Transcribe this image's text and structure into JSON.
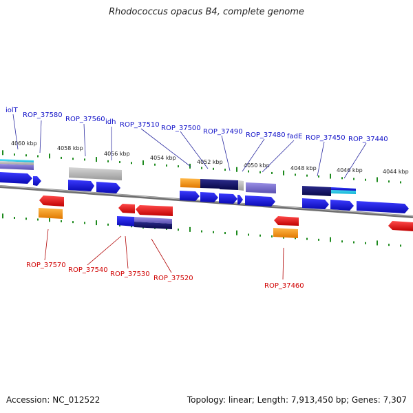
{
  "title": "Rhodococcus opacus B4, complete genome",
  "footer": {
    "accession": "Accession: NC_012522",
    "topology": "Topology: linear; Length: 7,913,450 bp; Genes: 7,307"
  },
  "colors": {
    "blue": "#1414e6",
    "navy": "#10106a",
    "purple": "#7a6fd0",
    "gray": "#b9b9b9",
    "cyan": "#25d4f0",
    "orange": "#ff9a12",
    "red": "#f01010",
    "tick": "#1d8a1d",
    "backbone": "#7d7d7d",
    "fwd_label": "#1010c8",
    "rev_label": "#d00000"
  },
  "scale_labels": [
    "4060 kbp",
    "4058 kbp",
    "4056 kbp",
    "4054 kbp",
    "4052 kbp",
    "4050 kbp",
    "4048 kbp",
    "4046 kbp",
    "4044 kbp"
  ],
  "forward_labels": [
    "iolT",
    "ROP_37580",
    "ROP_37560",
    "idh",
    "ROP_37510",
    "ROP_37500",
    "ROP_37490",
    "ROP_37480",
    "fadE",
    "ROP_37450",
    "ROP_37440"
  ],
  "reverse_labels": [
    "ROP_37570",
    "ROP_37540",
    "ROP_37530",
    "ROP_37520",
    "ROP_37460"
  ]
}
